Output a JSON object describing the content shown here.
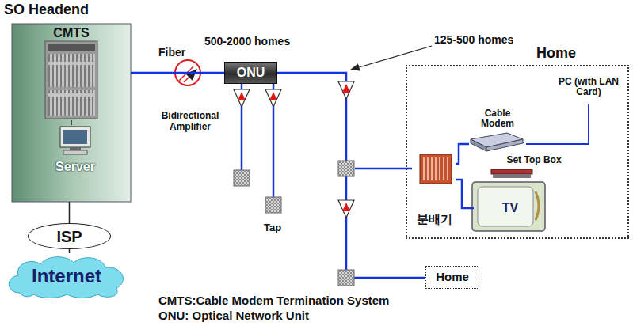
{
  "diagram": {
    "nodes": [
      {
        "text": [
          "SO Headend"
        ]
      },
      {
        "text": [
          "CMTS"
        ],
        "in": 0
      },
      {
        "text": [
          "Server"
        ],
        "in": 0
      },
      {
        "text": [
          "ISP"
        ]
      },
      {
        "text": [
          "Internet"
        ]
      },
      {
        "text": [
          "ONU"
        ]
      },
      {
        "text": [
          "Home"
        ]
      },
      {
        "text": [
          "Cable Modem"
        ],
        "in": 6
      },
      {
        "text": [
          "PC (with LAN Card)"
        ],
        "in": 6
      },
      {
        "text": [
          "분배기"
        ],
        "in": 6
      },
      {
        "text": [
          "Set Top Box"
        ],
        "in": 6
      },
      {
        "text": [
          "TV"
        ],
        "in": 6
      },
      {
        "text": [
          "Home"
        ]
      }
    ],
    "edges": [
      {
        "from": 1,
        "to": 2,
        "arrow": "none"
      },
      {
        "from": 0,
        "to": 3,
        "arrow": "none"
      },
      {
        "from": 3,
        "to": 4,
        "arrow": "none"
      },
      {
        "from": 0,
        "to": 5,
        "arrow": "none"
      },
      {
        "from": 9,
        "to": 7,
        "arrow": "none"
      },
      {
        "from": 9,
        "to": 11,
        "arrow": "none"
      },
      {
        "from": 7,
        "to": 8,
        "arrow": "none"
      }
    ],
    "labels": [
      "500-2000 homes",
      "125-500 homes",
      "Fiber",
      "Bidirectional Amplifier",
      "Tap",
      "CMTS:Cable Modem Termination System",
      "ONU: Optical Network Unit"
    ]
  }
}
